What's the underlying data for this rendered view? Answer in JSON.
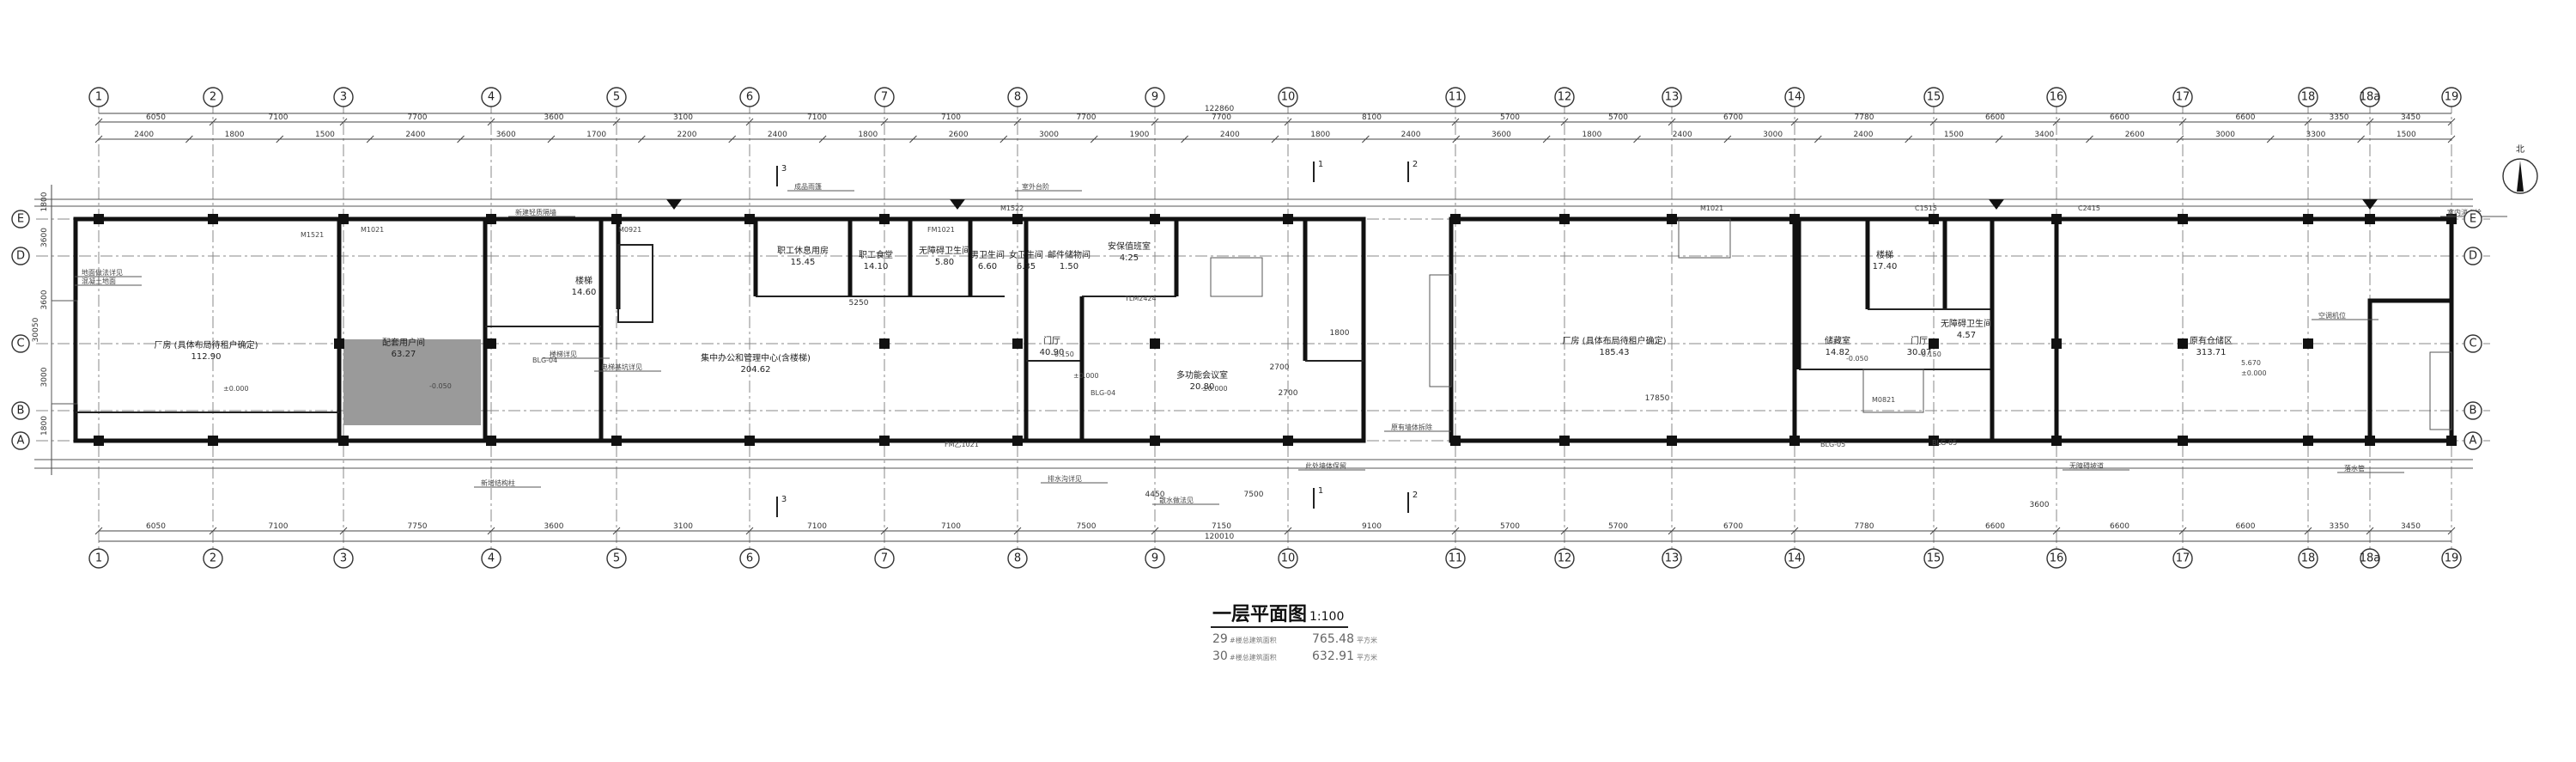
{
  "drawing": {
    "title": "一层平面图",
    "scale": "1:100",
    "area_rows": [
      {
        "prefix": "29",
        "label": "#楼总建筑面积",
        "value": "765.48",
        "unit": "平方米"
      },
      {
        "prefix": "30",
        "label": "#楼总建筑面积",
        "value": "632.91",
        "unit": "平方米"
      }
    ],
    "north_label": "北"
  },
  "axes": {
    "columns": [
      "1",
      "2",
      "3",
      "4",
      "5",
      "6",
      "7",
      "8",
      "9",
      "10",
      "11",
      "12",
      "13",
      "14",
      "15",
      "16",
      "17",
      "18",
      "18a",
      "19"
    ],
    "rows": [
      "E",
      "D",
      "C",
      "B",
      "A"
    ]
  },
  "dimensions": {
    "overall_top": "122860",
    "overall_bottom": "120010",
    "top_spans": [
      "6050",
      "7100",
      "7700",
      "3600",
      "3100",
      "7100",
      "7100",
      "7700",
      "7700",
      "8100",
      "5700",
      "5700",
      "6700",
      "7780",
      "6600",
      "6600",
      "6600",
      "3350",
      "3450"
    ],
    "bottom_spans": [
      "6050",
      "7100",
      "7750",
      "3600",
      "3100",
      "7100",
      "7100",
      "7500",
      "7150",
      "9100",
      "5700",
      "5700",
      "6700",
      "7780",
      "6600",
      "6600",
      "6600",
      "3350",
      "3450"
    ],
    "inner_top": [
      "2400",
      "1800",
      "1500",
      "2400",
      "3600",
      "1700",
      "2200",
      "2400",
      "1800",
      "2600",
      "3000",
      "1900",
      "2400",
      "1800",
      "2400",
      "3600",
      "1800",
      "2400",
      "3000",
      "2400",
      "1500",
      "3400",
      "2600",
      "3000",
      "3300",
      "1500"
    ],
    "left_vertical": [
      "1800",
      "3600",
      "3600",
      "3000",
      "1800"
    ],
    "left_total": "30050",
    "misc": [
      "4450",
      "7500",
      "2700",
      "1800",
      "2700",
      "3600",
      "5250",
      "17850"
    ]
  },
  "rooms": [
    {
      "name": "厂房",
      "sub": "(具体布局待租户确定)",
      "area": "112.90"
    },
    {
      "name": "配套用户间",
      "sub": "",
      "area": "63.27"
    },
    {
      "name": "楼梯",
      "sub": "",
      "area": "14.60"
    },
    {
      "name": "职工休息用房",
      "sub": "",
      "area": "15.45"
    },
    {
      "name": "职工食堂",
      "sub": "",
      "area": "14.10"
    },
    {
      "name": "无障碍卫生间",
      "sub": "",
      "area": "5.80"
    },
    {
      "name": "男卫生间",
      "sub": "",
      "area": "6.60"
    },
    {
      "name": "女卫生间",
      "sub": "",
      "area": "6.35"
    },
    {
      "name": "邮件储物间",
      "sub": "",
      "area": "1.50"
    },
    {
      "name": "安保值班室",
      "sub": "",
      "area": "4.25"
    },
    {
      "name": "集中办公和管理中心(含楼梯)",
      "sub": "",
      "area": "204.62"
    },
    {
      "name": "门厅",
      "sub": "",
      "area": "40.90"
    },
    {
      "name": "多功能会议室",
      "sub": "",
      "area": "20.80"
    },
    {
      "name": "厂房",
      "sub": "(具体布局待租户确定)",
      "area": "185.43"
    },
    {
      "name": "储藏室",
      "sub": "",
      "area": "14.82"
    },
    {
      "name": "门厅",
      "sub": "",
      "area": "30.07"
    },
    {
      "name": "无障碍卫生间",
      "sub": "",
      "area": "4.57"
    },
    {
      "name": "楼梯",
      "sub": "",
      "area": "17.40"
    },
    {
      "name": "原有仓储区",
      "sub": "",
      "area": "313.71"
    }
  ],
  "levels": [
    "±0.000",
    "-0.050",
    "±0.000",
    "-0.150",
    "±0.000",
    "-0.050",
    "5.670",
    "±0.000",
    "-0.150"
  ],
  "door_tags": [
    "M1521",
    "M1021",
    "M0921",
    "FM1021",
    "M1522",
    "TLM2424",
    "M1021",
    "C1515",
    "C2415",
    "M0821",
    "FM乙1021"
  ],
  "notes": [
    "地面做法详见",
    "混凝土地面",
    "新建轻质隔墙",
    "楼梯详见",
    "电梯基坑详见",
    "成品雨篷",
    "室外台阶",
    "散水做法见",
    "此处墙体保留",
    "原有墙体拆除",
    "排水沟详见",
    "无障碍坡道",
    "落水管",
    "空调机位",
    "室内消火栓",
    "新增结构柱"
  ],
  "sections": [
    "1",
    "2",
    "3"
  ],
  "stair_tags": [
    "BLG-04",
    "BLG-04",
    "BLG-05",
    "BLG-05"
  ]
}
